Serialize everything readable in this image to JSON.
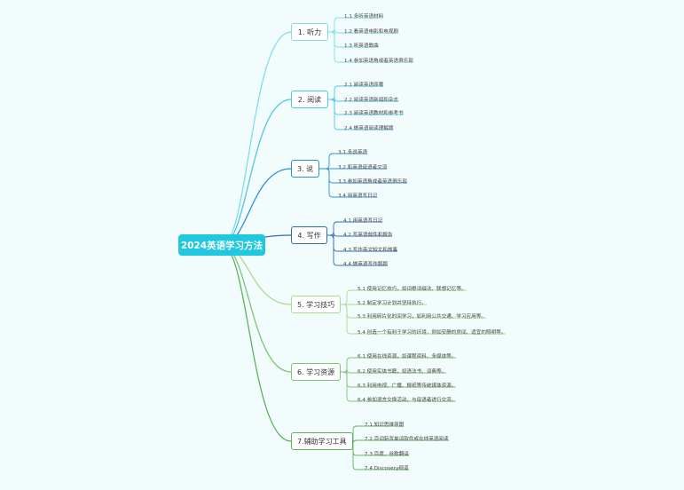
{
  "root": {
    "label": "2024英语学习方法"
  },
  "branches": [
    {
      "label": "1. 听力",
      "color": "#7fdde6",
      "leaves": [
        "1.1 多听英语材料",
        "1.2 看英语电影和电视剧",
        "1.3 听英语歌曲",
        "1.4 参加英语角或者英语俱乐部"
      ]
    },
    {
      "label": "2. 阅读",
      "color": "#4fc6e4",
      "leaves": [
        "2.1 阅读英语原著",
        "2.2 阅读英语新闻和杂志",
        "2.3 阅读英语教材和参考书",
        "2.4 做英语阅读理解题"
      ]
    },
    {
      "label": "3. 说",
      "color": "#2b8fd6",
      "leaves": [
        "3.1 多说英语",
        "3.2 和英语母语者交流",
        "3.3 参加英语角或者英语俱乐部",
        "3.4 用英语写日记"
      ]
    },
    {
      "label": "4. 写作",
      "color": "#2c6fb5",
      "leaves": [
        "4.1 用英语写日记",
        "4.2 写英语邮件和报告",
        "4.3 写作英文短文和故事",
        "4.4 做英语写作题题"
      ]
    },
    {
      "label": "5. 学习技巧",
      "color": "#a9dc8a",
      "leaves": [
        "5.1 使用记忆技巧，如词根词缀法、联想记忆等。",
        "5.2 制定学习计划并坚持执行。",
        "5.3 利用碎片化时间学习，如利用公共交通、学习应用等。",
        "5.4 创造一个有利于学习的环境，例如安静的房间、适宜的照明等。"
      ]
    },
    {
      "label": "6. 学习资源",
      "color": "#7cc576",
      "leaves": [
        "6.1 使用在线资源，如课程资料、多媒体等。",
        "6.2 使用实体书籍，如语法书、词典等。",
        "6.3 利用电视、广播、报纸等传统媒体资源。",
        "6.4 参加语言交换活动，与母语者进行交流。"
      ]
    },
    {
      "label": "7.辅助学习工具",
      "color": "#5cb35c",
      "leaves": [
        "7.1 知识思维导图",
        "7.2 百词斩背单词软件或在线英语阅读",
        "7.3 百度、谷歌翻译",
        "7.4 Discovery频道"
      ]
    }
  ]
}
